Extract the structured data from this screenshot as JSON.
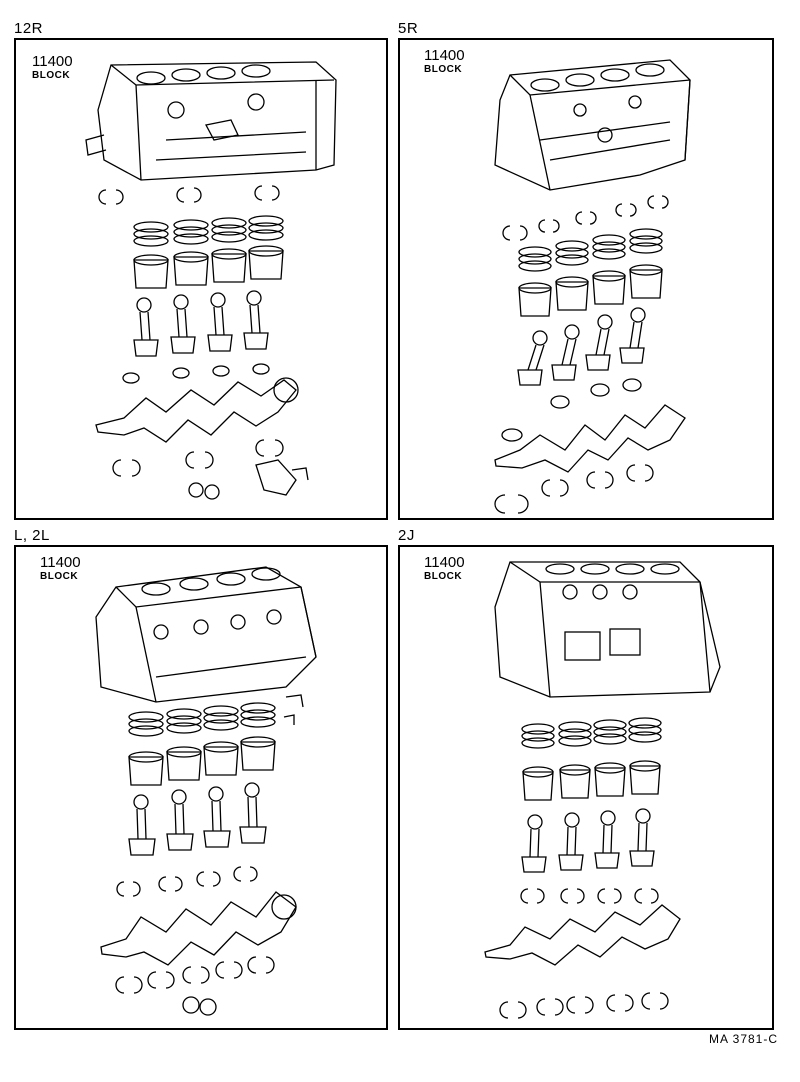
{
  "panels": [
    {
      "engine": "12R",
      "part_number": "11400",
      "part_name": "BLOCK"
    },
    {
      "engine": "5R",
      "part_number": "11400",
      "part_name": "BLOCK"
    },
    {
      "engine": "L, 2L",
      "part_number": "11400",
      "part_name": "BLOCK"
    },
    {
      "engine": "2J",
      "part_number": "11400",
      "part_name": "BLOCK"
    }
  ],
  "reference_code": "MA  3781-C"
}
